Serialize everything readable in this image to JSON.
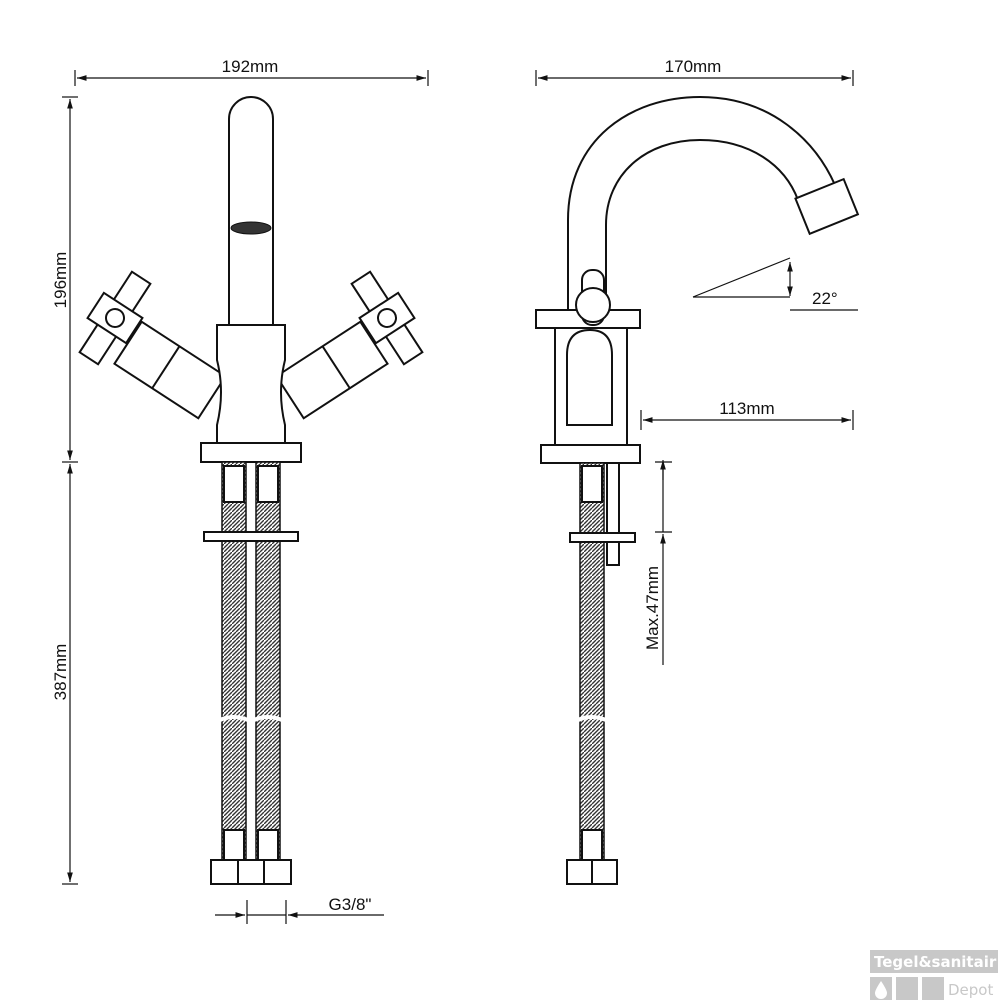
{
  "front_view": {
    "width_label": "192mm",
    "upper_height_label": "196mm",
    "hose_length_label": "387mm",
    "thread_label": "G3/8\""
  },
  "side_view": {
    "depth_label": "170mm",
    "angle_label": "22°",
    "reach_label": "113mm",
    "max_thickness_label": "Max.47mm"
  },
  "watermark": {
    "line1": "Tegel&sanitair",
    "line2": "Depot"
  }
}
